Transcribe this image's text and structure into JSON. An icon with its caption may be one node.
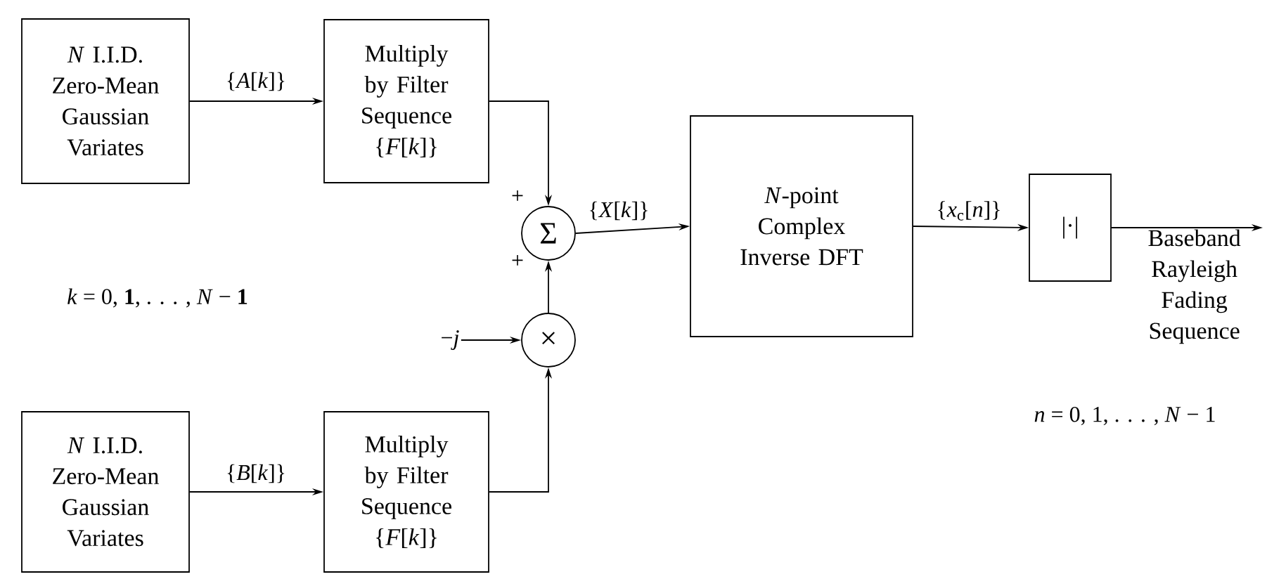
{
  "diagram": {
    "nodes": [
      {
        "text": [
          "*N* I.I.D. Zero-Mean Gaussian Variates"
        ]
      },
      {
        "text": [
          "Multiply by Filter Sequence {*F*[*k*]}"
        ]
      },
      {
        "text": [
          "Σ"
        ],
        "beside": [
          "+",
          "+"
        ]
      },
      {
        "text": [
          "*N*-point Complex Inverse DFT"
        ]
      },
      {
        "text": [
          "|·|"
        ]
      },
      {
        "text": [
          "Baseband Rayleigh Fading Sequence"
        ]
      },
      {
        "text": [
          "−*j*"
        ]
      },
      {
        "text": [
          "×"
        ]
      },
      {
        "text": [
          "*N* I.I.D. Zero-Mean Gaussian Variates"
        ]
      },
      {
        "text": [
          "Multiply by Filter Sequence {*F*[*k*]}"
        ]
      }
    ],
    "edges": [
      {
        "from": 0,
        "to": 1,
        "arrow": "to",
        "label": "{*A*[*k*]}"
      },
      {
        "from": 1,
        "to": 2,
        "arrow": "to"
      },
      {
        "from": 2,
        "to": 3,
        "arrow": "to",
        "label": "{*X*[*k*]}"
      },
      {
        "from": 3,
        "to": 4,
        "arrow": "to",
        "label": "{*x*$_{c}$[*n*]}"
      },
      {
        "from": 4,
        "to": 5,
        "arrow": "to"
      },
      {
        "from": 6,
        "to": 7,
        "arrow": "to"
      },
      {
        "from": 8,
        "to": 9,
        "arrow": "to",
        "label": "{*B*[*k*]}"
      },
      {
        "from": 9,
        "to": 7,
        "arrow": "to"
      },
      {
        "from": 7,
        "to": 2,
        "arrow": "to"
      }
    ],
    "labels": [
      "*k* = 0, **1**, . . . , *N* − **1**",
      "*n* = 0, 1, . . . , *N* − 1"
    ]
  }
}
